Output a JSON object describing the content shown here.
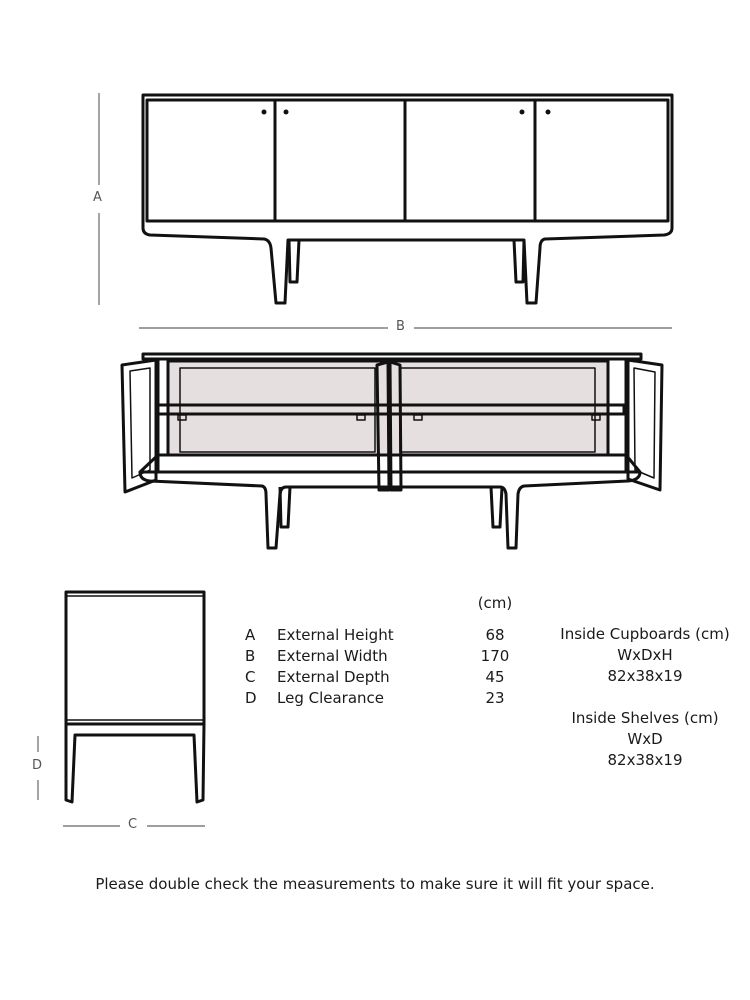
{
  "diagram": {
    "dimension_labels": {
      "a": "A",
      "b": "B",
      "c": "C",
      "d": "D"
    }
  },
  "specs": {
    "unit_header": "(cm)",
    "rows": [
      {
        "letter": "A",
        "name": "External Height",
        "value": "68"
      },
      {
        "letter": "B",
        "name": "External Width",
        "value": "170"
      },
      {
        "letter": "C",
        "name": "External Depth",
        "value": "45"
      },
      {
        "letter": "D",
        "name": "Leg Clearance",
        "value": "23"
      }
    ]
  },
  "inside_cupboards": {
    "title": "Inside Cupboards (cm)",
    "format": "WxDxH",
    "value": "82x38x19"
  },
  "inside_shelves": {
    "title": "Inside Shelves (cm)",
    "format": "WxD",
    "value": "82x38x19"
  },
  "footer": {
    "note": "Please double check the measurements to make sure it will fit your space."
  },
  "colors": {
    "line": "#111111",
    "interior_fill": "#e6dfdf",
    "dim_line": "#666666"
  }
}
